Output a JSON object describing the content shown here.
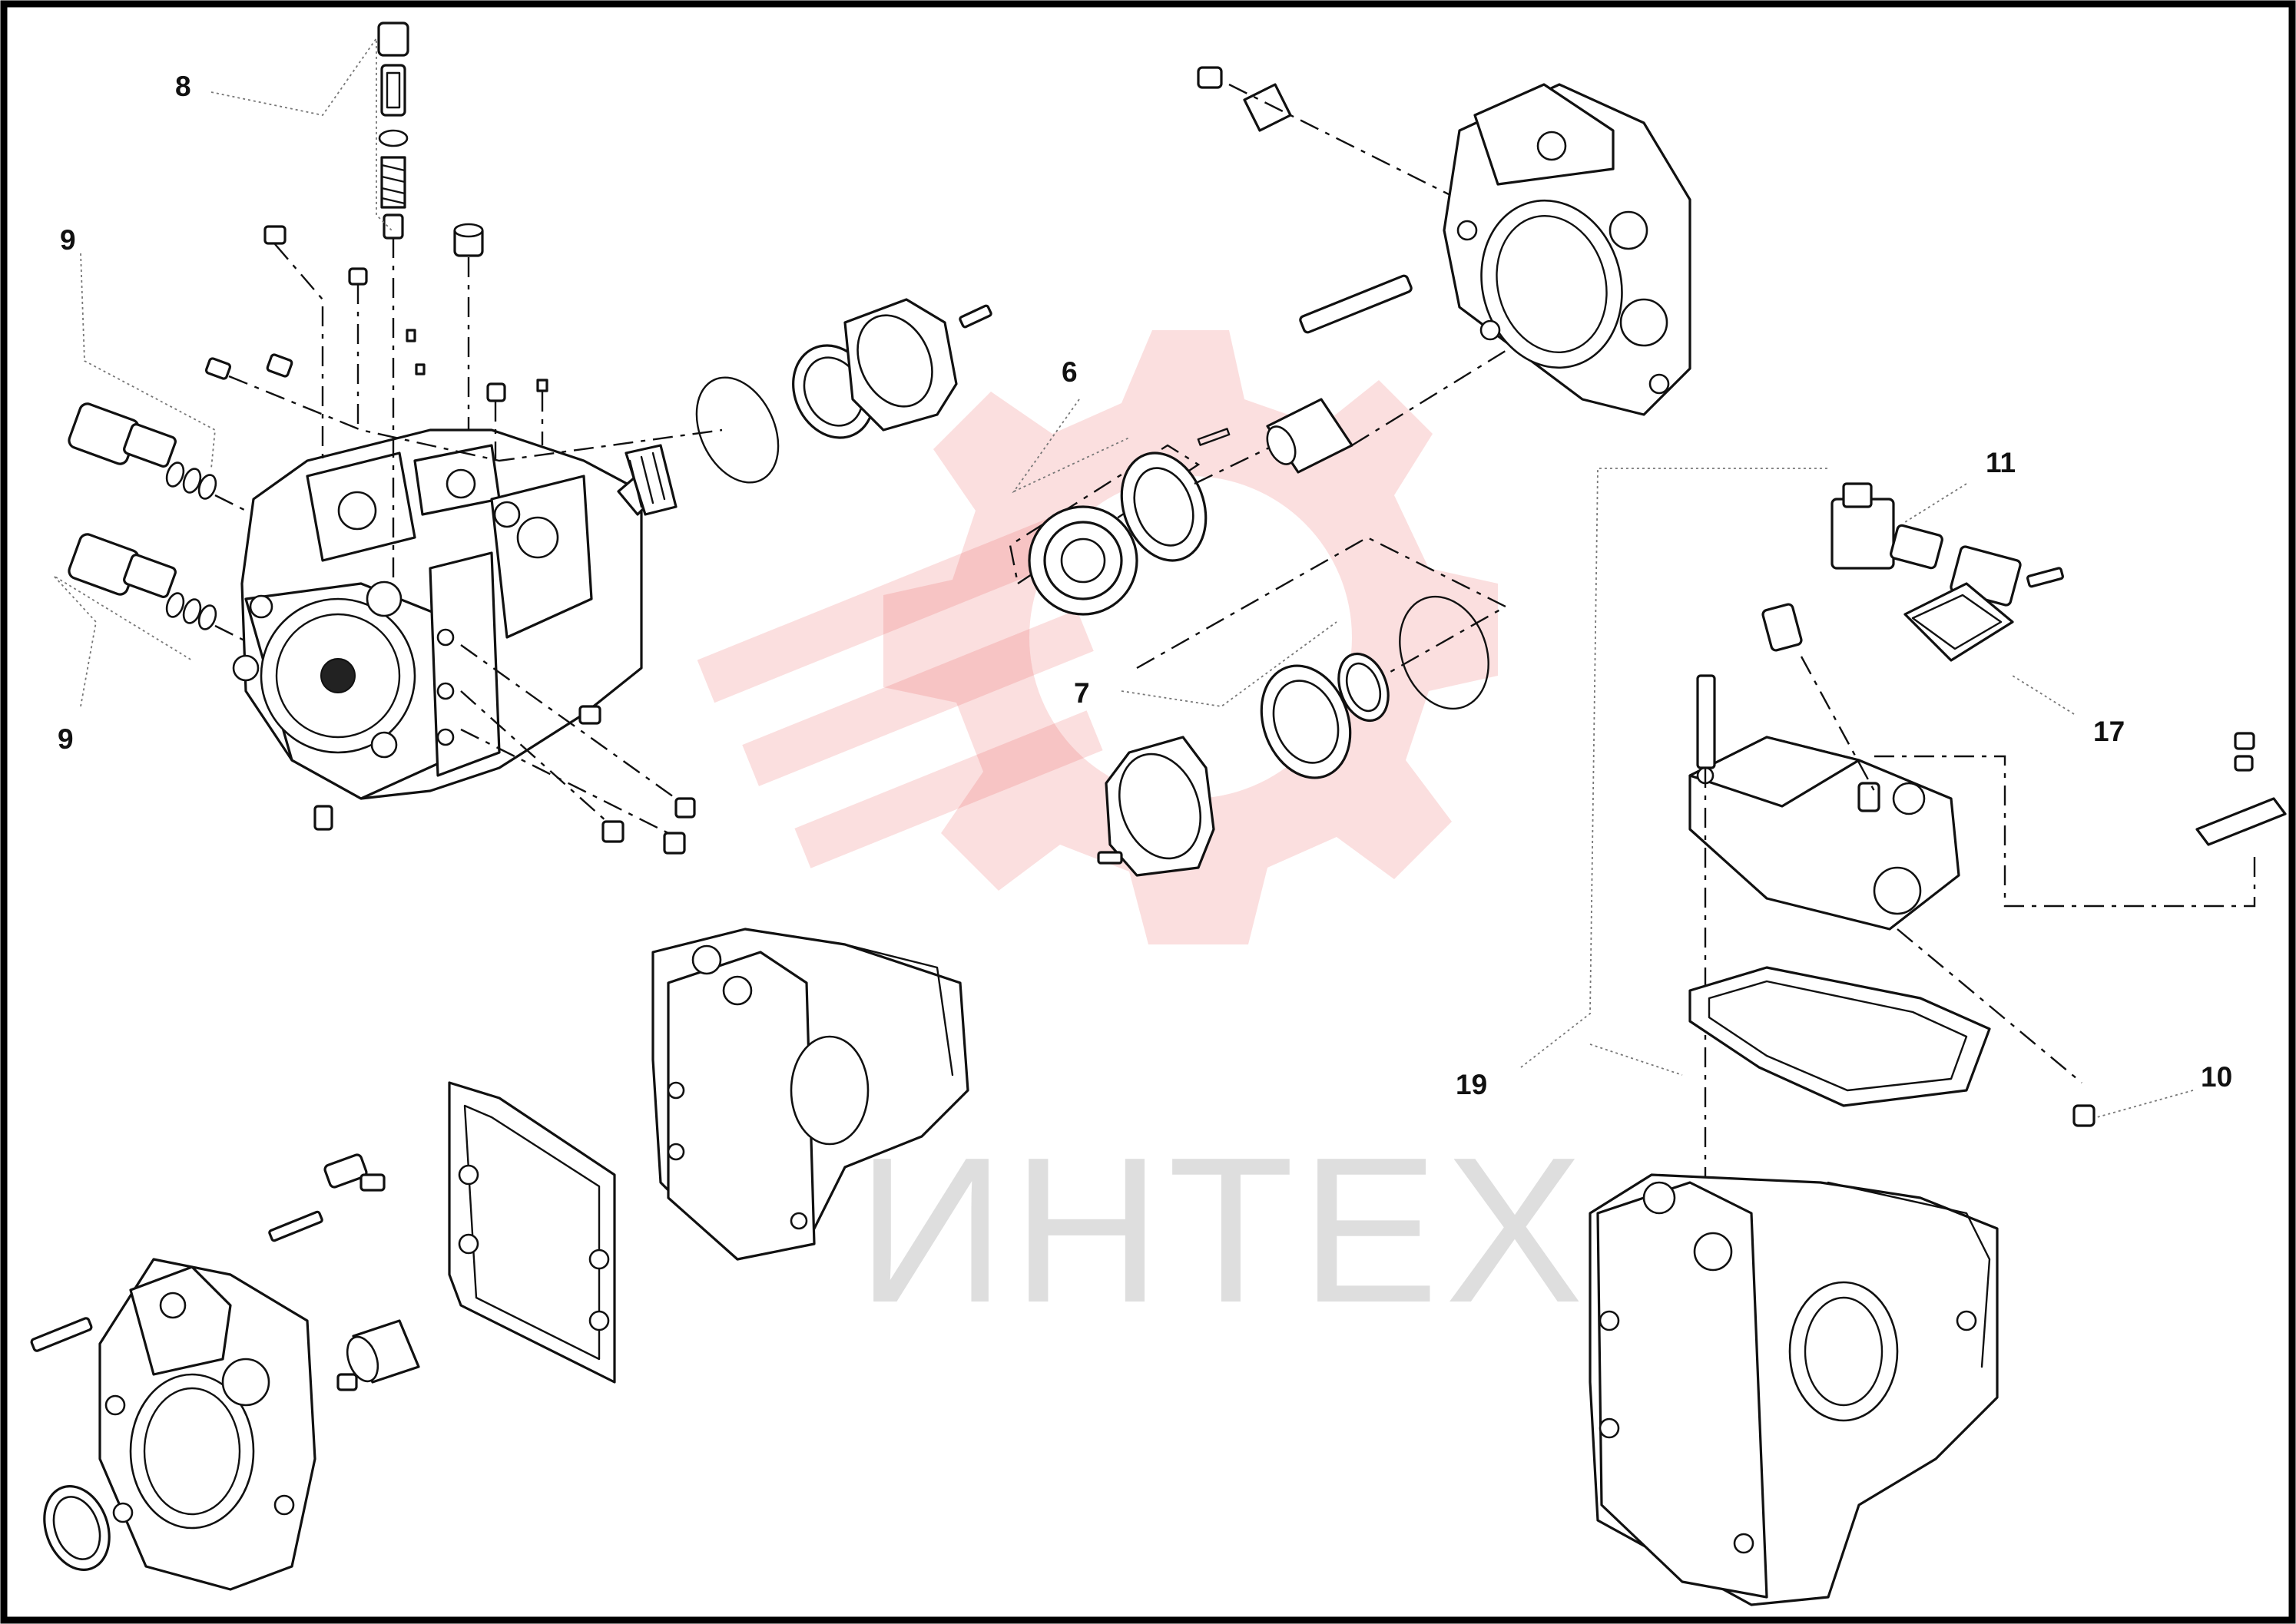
{
  "diagram": {
    "callouts": [
      {
        "id": "8",
        "label": "8"
      },
      {
        "id": "9a",
        "label": "9"
      },
      {
        "id": "9b",
        "label": "9"
      },
      {
        "id": "6",
        "label": "6"
      },
      {
        "id": "7",
        "label": "7"
      },
      {
        "id": "11",
        "label": "11"
      },
      {
        "id": "17",
        "label": "17"
      },
      {
        "id": "19",
        "label": "19"
      },
      {
        "id": "10",
        "label": "10"
      }
    ],
    "watermark": {
      "text": "ИНТЕХ",
      "color": "#e53935",
      "icon": "gear-icon"
    }
  }
}
